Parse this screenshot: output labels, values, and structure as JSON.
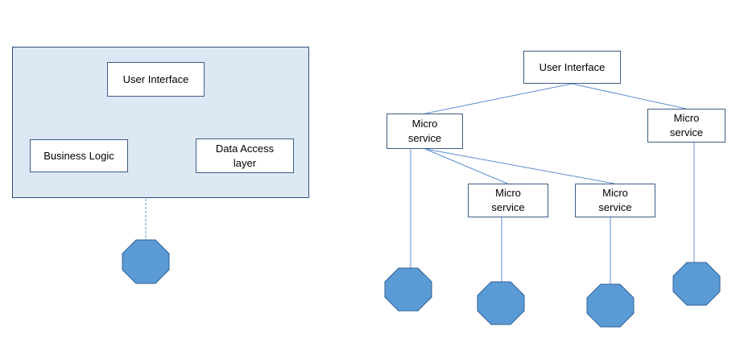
{
  "monolith": {
    "user_interface": "User Interface",
    "business_logic": "Business Logic",
    "data_access": "Data Access\nlayer"
  },
  "microservices": {
    "user_interface": "User Interface",
    "services": [
      "Micro\nservice",
      "Micro\nservice",
      "Micro\nservice",
      "Micro\nservice"
    ]
  },
  "colors": {
    "line": "#5b8fd0",
    "database_fill": "#5b9bd5",
    "database_stroke": "#2f5f96",
    "container_fill": "#dde8f5",
    "container_border": "#2f4f7a"
  },
  "icons": [
    "database-icon"
  ]
}
